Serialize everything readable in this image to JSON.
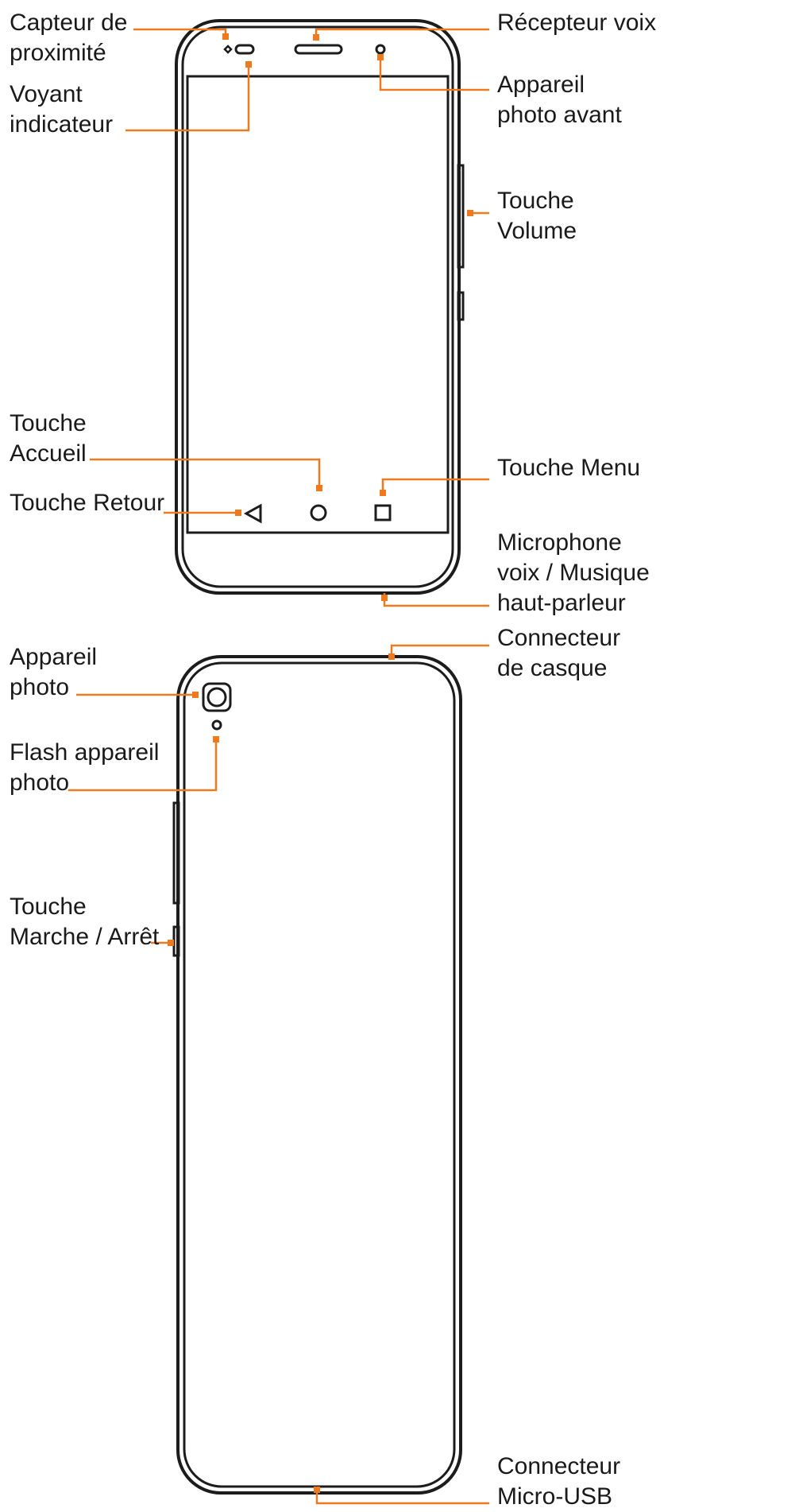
{
  "colors": {
    "leader": "#ee7a1f",
    "outline": "#1c1c1c",
    "text": "#1a1a1a",
    "background": "#ffffff"
  },
  "front": {
    "labels": {
      "proximity_sensor": [
        "Capteur de",
        "proximité"
      ],
      "indicator_light": [
        "Voyant",
        "indicateur"
      ],
      "home_key": [
        "Touche",
        "Accueil"
      ],
      "back_key": [
        "Touche Retour"
      ],
      "earpiece": [
        "Récepteur voix"
      ],
      "front_camera": [
        "Appareil",
        "photo avant"
      ],
      "volume_key": [
        "Touche",
        "Volume"
      ],
      "menu_key": [
        "Touche Menu"
      ],
      "microphone": [
        "Microphone",
        "voix / Musique",
        "haut-parleur"
      ]
    }
  },
  "back": {
    "labels": {
      "camera": [
        "Appareil",
        "photo"
      ],
      "flash": [
        "Flash appareil",
        "photo"
      ],
      "power_key": [
        "Touche",
        "Marche / Arrêt"
      ],
      "headset_jack": [
        "Connecteur",
        "de casque"
      ],
      "micro_usb": [
        "Connecteur",
        "Micro-USB"
      ]
    }
  },
  "icons": {
    "back_key": "triangle-left-icon",
    "home_key": "circle-icon",
    "menu_key": "square-icon",
    "camera": "camera-lens-icon",
    "flash": "flash-icon"
  }
}
